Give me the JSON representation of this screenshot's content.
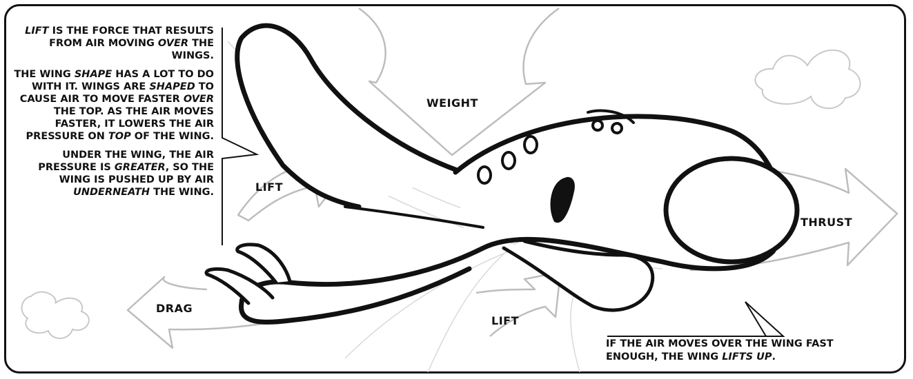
{
  "left_caption": {
    "p1_a": "LIFT",
    "p1_b": " IS THE FORCE THAT RESULTS FROM AIR MOVING ",
    "p1_c": "OVER",
    "p1_d": " THE WINGS.",
    "p2_a": "THE WING ",
    "p2_b": "SHAPE",
    "p2_c": " HAS A LOT TO DO WITH IT. WINGS ARE ",
    "p2_d": "SHAPED",
    "p2_e": " TO CAUSE AIR TO MOVE FASTER ",
    "p2_f": "OVER",
    "p2_g": " THE TOP. AS THE AIR MOVES FASTER, IT LOWERS THE AIR PRESSURE ON ",
    "p2_h": "TOP",
    "p2_i": " OF THE WING.",
    "p3_a": "UNDER THE WING, THE AIR PRESSURE IS ",
    "p3_b": "GREATER",
    "p3_c": ", SO THE WING IS PUSHED UP BY AIR ",
    "p3_d": "UNDERNEATH",
    "p3_e": " THE WING."
  },
  "labels": {
    "weight": "WEIGHT",
    "lift_left": "LIFT",
    "lift_bottom": "LIFT",
    "drag": "DRAG",
    "thrust": "THRUST"
  },
  "bottom_caption": {
    "a": "IF THE AIR MOVES OVER THE WING FAST ENOUGH, THE WING ",
    "b": "LIFTS UP",
    "c": "."
  },
  "colors": {
    "ink": "#111111",
    "arrow": "#bdbdbd",
    "guide": "#d6d6d6"
  }
}
